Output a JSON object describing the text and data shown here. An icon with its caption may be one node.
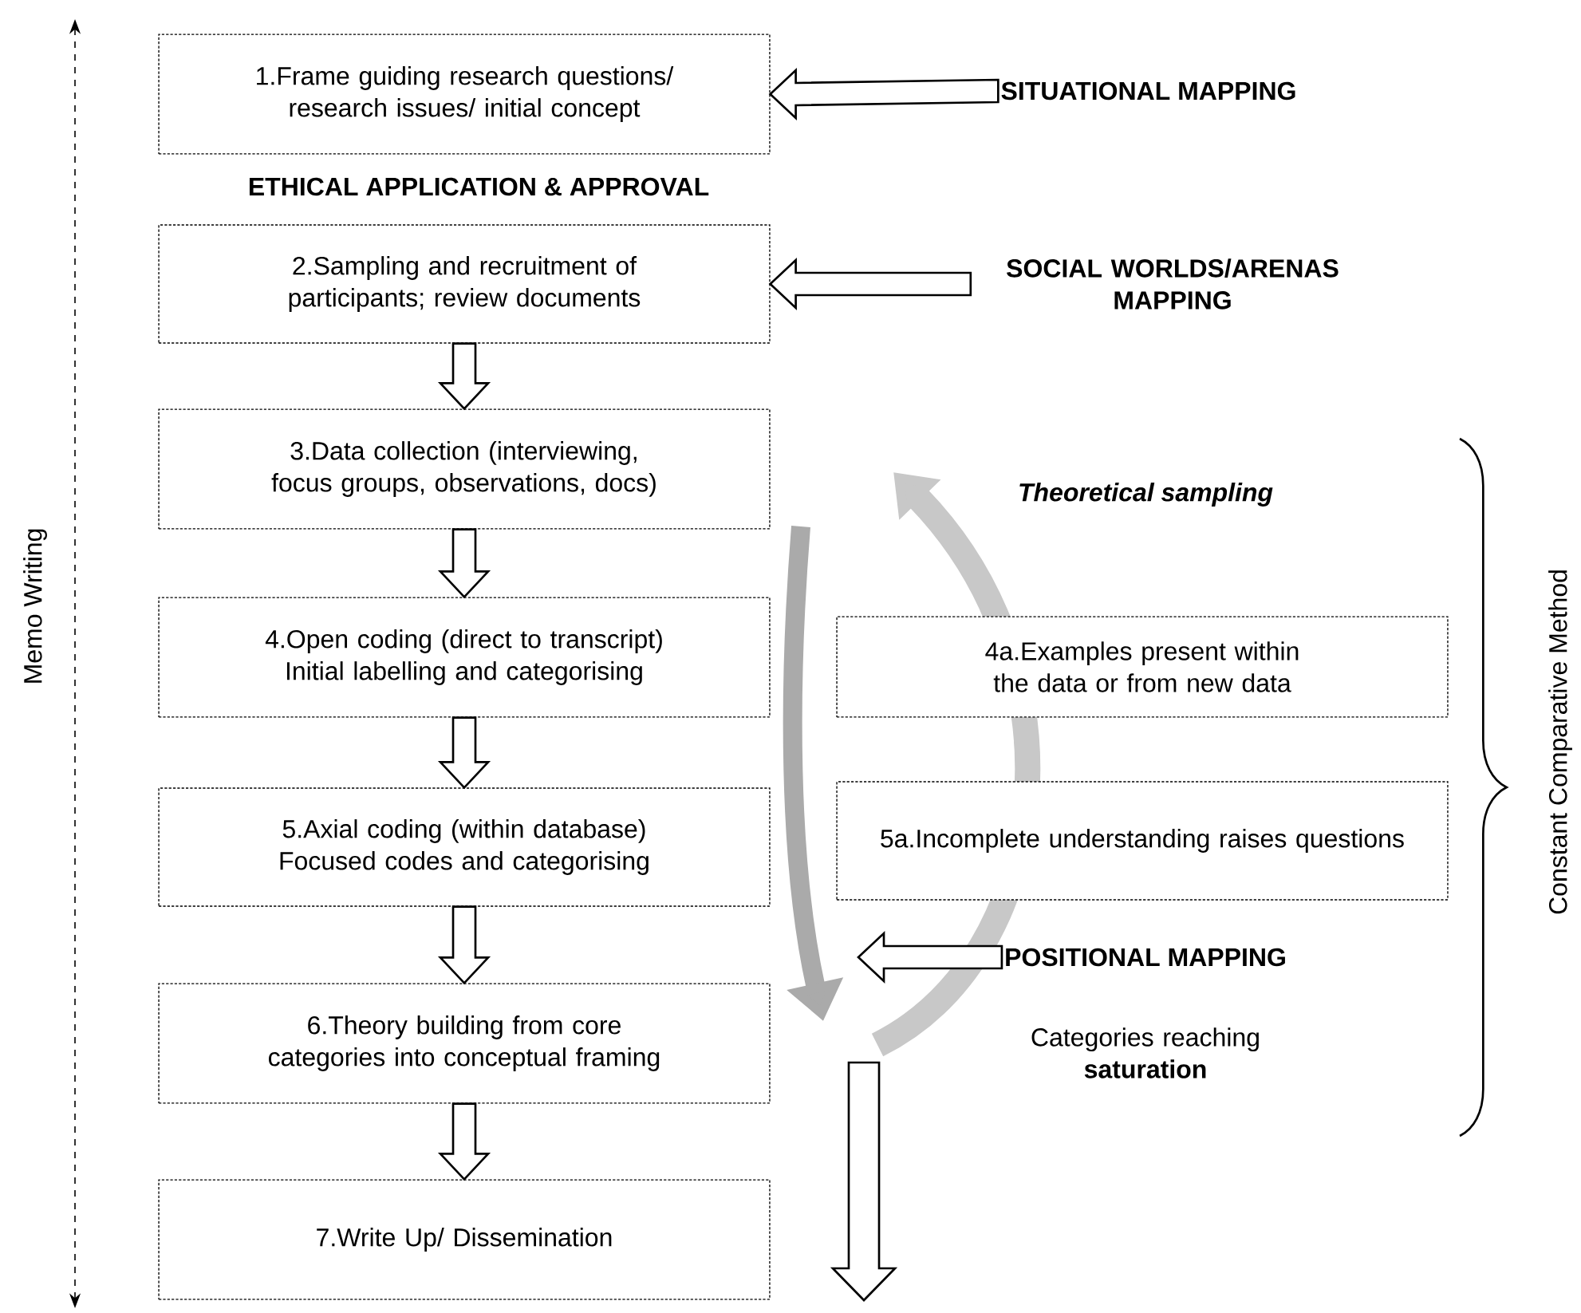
{
  "diagram": {
    "nodes": [
      {
        "text": [
          "1.Frame guiding research questions/ research issues/ initial concept"
        ]
      },
      {
        "text": [
          "2.Sampling and recruitment of participants; review documents"
        ]
      },
      {
        "text": [
          "3.Data collection (interviewing, focus groups, observations, docs)"
        ]
      },
      {
        "text": [
          "4.Open coding (direct to transcript) Initial labelling and categorising"
        ]
      },
      {
        "text": [
          "5.Axial coding (within database) Focused codes and categorising"
        ]
      },
      {
        "text": [
          "6.Theory building from core categories into conceptual framing"
        ]
      },
      {
        "text": [
          "7.Write Up/ Dissemination"
        ]
      },
      {
        "text": [
          "4a.Examples present within the data or from new data"
        ]
      },
      {
        "text": [
          "5a.Incomplete understanding raises questions"
        ]
      },
      {
        "text": [
          "SITUATIONAL MAPPING"
        ]
      },
      {
        "text": [
          "SOCIAL WORLDS/ARENAS MAPPING"
        ]
      },
      {
        "text": [
          "POSITIONAL MAPPING"
        ]
      }
    ],
    "edges": [
      {
        "from": 9,
        "to": 0,
        "arrow": "to"
      },
      {
        "from": 10,
        "to": 1,
        "arrow": "to"
      },
      {
        "from": 11,
        "to": null,
        "arrow": "to"
      },
      {
        "from": 1,
        "to": 2,
        "arrow": "to"
      },
      {
        "from": 2,
        "to": 3,
        "arrow": "to"
      },
      {
        "from": 3,
        "to": 4,
        "arrow": "to"
      },
      {
        "from": 4,
        "to": 5,
        "arrow": "to"
      },
      {
        "from": 5,
        "to": 6,
        "arrow": "to"
      }
    ],
    "labels": [
      "ETHICAL APPLICATION & APPROVAL",
      "Theoretical sampling",
      "Categories reaching **saturation**",
      "Memo Writing",
      "Constant Comparative Method"
    ]
  }
}
